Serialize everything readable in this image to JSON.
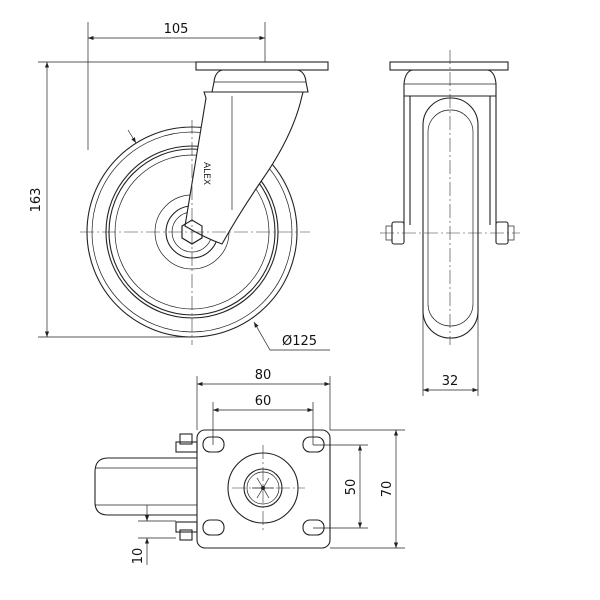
{
  "drawing": {
    "front_view": {
      "width_dim": "105",
      "height_dim": "163",
      "wheel_diameter_dim": "Ø125",
      "logo_text": "ALEX"
    },
    "side_view": {
      "wheel_width_dim": "32"
    },
    "top_view": {
      "plate_width_dim": "80",
      "hole_spacing_x_dim": "60",
      "hole_spacing_y_dim": "50",
      "plate_height_dim": "70",
      "offset_dim": "10"
    }
  }
}
